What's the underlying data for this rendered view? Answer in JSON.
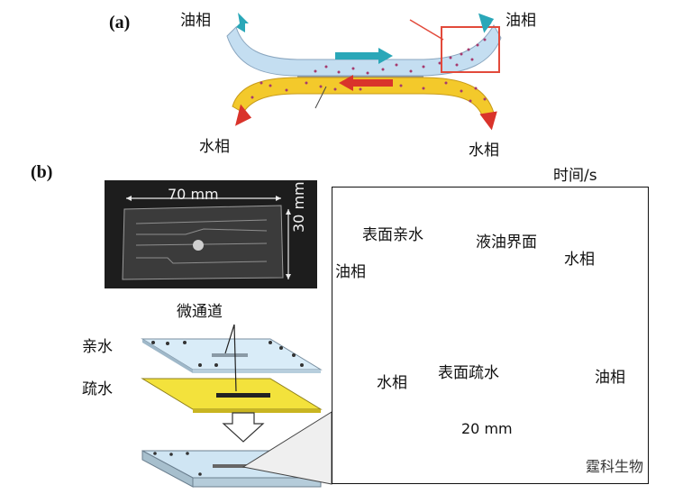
{
  "panel_a": {
    "label": "(a)",
    "oil_in_label": "油相",
    "oil_out_label": "油相",
    "water_out_label": "水相",
    "water_in_label": "水相"
  },
  "panel_b": {
    "label": "(b)",
    "time_label": "时间/s",
    "photo_width_label": "70 mm",
    "photo_height_label": "30 mm",
    "microchannel_label": "微通道",
    "hydrophilic_layer_label": "亲水",
    "hydrophobic_layer_label": "疏水",
    "inset": {
      "surface_hydrophilic_label": "表面亲水",
      "interface_label": "液油界面",
      "oil_in_label": "油相",
      "water_in_label": "水相",
      "water_out_label": "水相",
      "surface_hydrophobic_label": "表面疏水",
      "oil_out_label": "油相",
      "length_label": "20 mm"
    }
  },
  "watermark": "霆科生物",
  "colors": {
    "oil_blue": "#b9d7ee",
    "water_yellow": "#f2c92a",
    "arrow_teal": "#2aa7b8",
    "arrow_red": "#d9332b",
    "highlight_box": "#e24a3b",
    "interface_green": "#3cb04a"
  }
}
